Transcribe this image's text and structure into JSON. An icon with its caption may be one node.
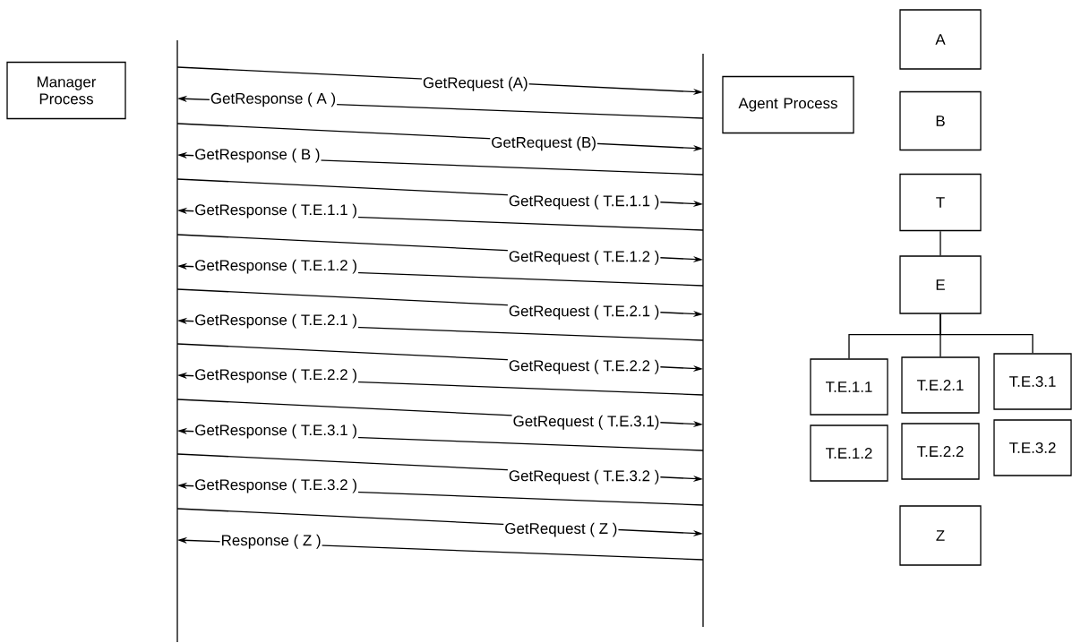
{
  "diagram": {
    "nodes": [
      {
        "text": [
          "Manager Process"
        ]
      },
      {
        "text": [],
        "shape": "bar"
      },
      {
        "text": [],
        "shape": "bar"
      },
      {
        "text": [
          "Agent Process"
        ]
      },
      {
        "text": [
          "A"
        ]
      },
      {
        "text": [
          "B"
        ]
      },
      {
        "text": [
          "T"
        ]
      },
      {
        "text": [
          "E"
        ]
      },
      {
        "text": [
          "T.E.1.1"
        ]
      },
      {
        "text": [
          "T.E.2.1"
        ]
      },
      {
        "text": [
          "T.E.3.1"
        ]
      },
      {
        "text": [
          "T.E.1.2"
        ]
      },
      {
        "text": [
          "T.E.2.2"
        ]
      },
      {
        "text": [
          "T.E.3.2"
        ]
      },
      {
        "text": [
          "Z"
        ]
      }
    ],
    "edges": [
      {
        "from": 1,
        "to": 2,
        "arrow": "to",
        "label": "GetRequest (A)"
      },
      {
        "from": 2,
        "to": 1,
        "arrow": "to",
        "label": "GetResponse ( A )"
      },
      {
        "from": 1,
        "to": 2,
        "arrow": "to",
        "label": "GetRequest (B)"
      },
      {
        "from": 2,
        "to": 1,
        "arrow": "to",
        "label": "GetResponse ( B )"
      },
      {
        "from": 1,
        "to": 2,
        "arrow": "to",
        "label": "GetRequest ( T.E.1.1 )"
      },
      {
        "from": 2,
        "to": 1,
        "arrow": "to",
        "label": "GetResponse ( T.E.1.1 )"
      },
      {
        "from": 1,
        "to": 2,
        "arrow": "to",
        "label": "GetRequest ( T.E.1.2 )"
      },
      {
        "from": 2,
        "to": 1,
        "arrow": "to",
        "label": "GetResponse ( T.E.1.2 )"
      },
      {
        "from": 1,
        "to": 2,
        "arrow": "to",
        "label": "GetRequest ( T.E.2.1 )"
      },
      {
        "from": 2,
        "to": 1,
        "arrow": "to",
        "label": "GetResponse ( T.E.2.1 )"
      },
      {
        "from": 1,
        "to": 2,
        "arrow": "to",
        "label": "GetRequest ( T.E.2.2 )"
      },
      {
        "from": 2,
        "to": 1,
        "arrow": "to",
        "label": "GetResponse ( T.E.2.2 )"
      },
      {
        "from": 1,
        "to": 2,
        "arrow": "to",
        "label": "GetRequest ( T.E.3.1)"
      },
      {
        "from": 2,
        "to": 1,
        "arrow": "to",
        "label": "GetResponse ( T.E.3.1 )"
      },
      {
        "from": 1,
        "to": 2,
        "arrow": "to",
        "label": "GetRequest ( T.E.3.2 )"
      },
      {
        "from": 2,
        "to": 1,
        "arrow": "to",
        "label": "GetResponse ( T.E.3.2 )"
      },
      {
        "from": 1,
        "to": 2,
        "arrow": "to",
        "label": "GetRequest ( Z )"
      },
      {
        "from": 2,
        "to": 1,
        "arrow": "to",
        "label": "Response ( Z )"
      },
      {
        "from": 6,
        "to": 7,
        "arrow": "none"
      },
      {
        "from": 7,
        "to": 8,
        "arrow": "none"
      },
      {
        "from": 7,
        "to": 9,
        "arrow": "none"
      },
      {
        "from": 7,
        "to": 10,
        "arrow": "none"
      }
    ]
  }
}
